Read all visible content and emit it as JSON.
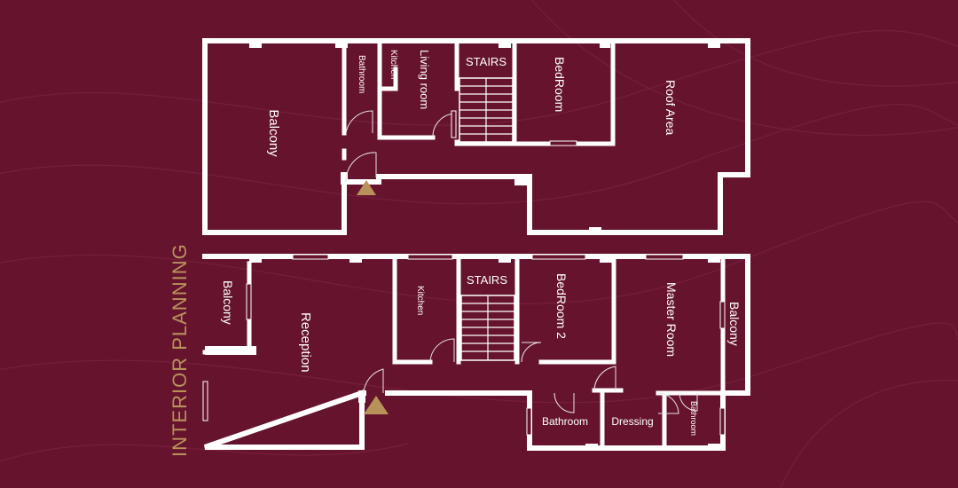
{
  "title": "INTERIOR PLANNING",
  "colors": {
    "background": "#66142E",
    "walls": "#FFFFFF",
    "accent": "#B8925A"
  },
  "upper_floor": {
    "rooms": {
      "balcony": "Balcony",
      "bathroom": "Bathroom",
      "kitchen": "Kitchen",
      "living_room": "Living room",
      "stairs": "STAIRS",
      "bedroom": "BedRoom",
      "roof_area": "Roof Area"
    }
  },
  "lower_floor": {
    "rooms": {
      "balcony_left": "Balcony",
      "reception": "Reception",
      "kitchen": "Kitchen",
      "stairs": "STAIRS",
      "bedroom_2": "BedRoom 2",
      "master_room": "Master Room",
      "balcony_right": "Balcony",
      "bathroom_1": "Bathroom",
      "dressing": "Dressing",
      "bathroom_2": "Bathroom"
    }
  }
}
